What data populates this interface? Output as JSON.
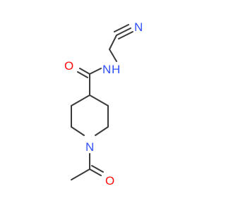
{
  "molecule": {
    "atoms": [
      {
        "id": "n_nitrile",
        "label": "N",
        "color": "#3050F8"
      },
      {
        "id": "n_amide",
        "label": "N",
        "color": "#3050F8"
      },
      {
        "id": "h_amide",
        "label": "H",
        "color": "#3050F8"
      },
      {
        "id": "o_amide",
        "label": "O",
        "color": "#FF0D0D"
      },
      {
        "id": "n_ring",
        "label": "N",
        "color": "#3050F8"
      },
      {
        "id": "o_acetyl",
        "label": "O",
        "color": "#FF0D0D"
      }
    ],
    "bond_color": "#3a3a3a"
  }
}
